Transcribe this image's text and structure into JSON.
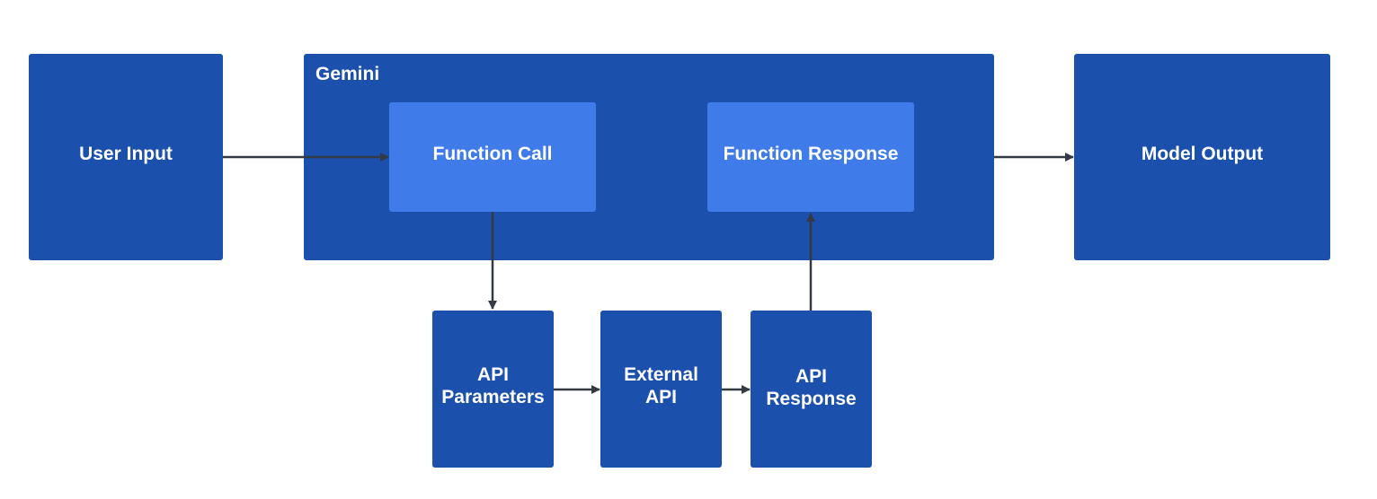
{
  "colors": {
    "box": "#1c50ad",
    "inner_box": "#3f7be9",
    "arrow": "#333a44",
    "text": "#ffffff"
  },
  "nodes": {
    "user_input": "User Input",
    "gemini": "Gemini",
    "function_call": "Function Call",
    "function_response": "Function Response",
    "model_output": "Model Output",
    "api_parameters": [
      "API",
      "Parameters"
    ],
    "external_api": [
      "External",
      "API"
    ],
    "api_response": [
      "API",
      "Response"
    ]
  }
}
